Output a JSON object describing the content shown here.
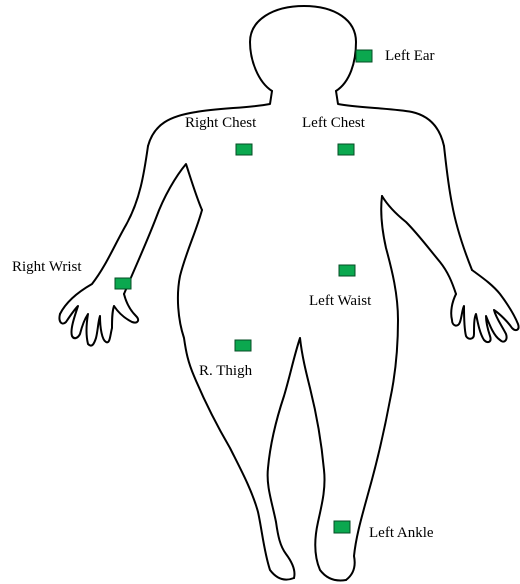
{
  "colors": {
    "sensor_fill": "#0ba84f",
    "sensor_border": "#064d25",
    "outline": "#000000",
    "background": "#ffffff"
  },
  "sensors": [
    {
      "key": "left_ear",
      "label": "Left Ear"
    },
    {
      "key": "right_chest",
      "label": "Right Chest"
    },
    {
      "key": "left_chest",
      "label": "Left Chest"
    },
    {
      "key": "right_wrist",
      "label": "Right Wrist"
    },
    {
      "key": "left_waist",
      "label": "Left Waist"
    },
    {
      "key": "r_thigh",
      "label": "R. Thigh"
    },
    {
      "key": "left_ankle",
      "label": "Left Ankle"
    }
  ]
}
